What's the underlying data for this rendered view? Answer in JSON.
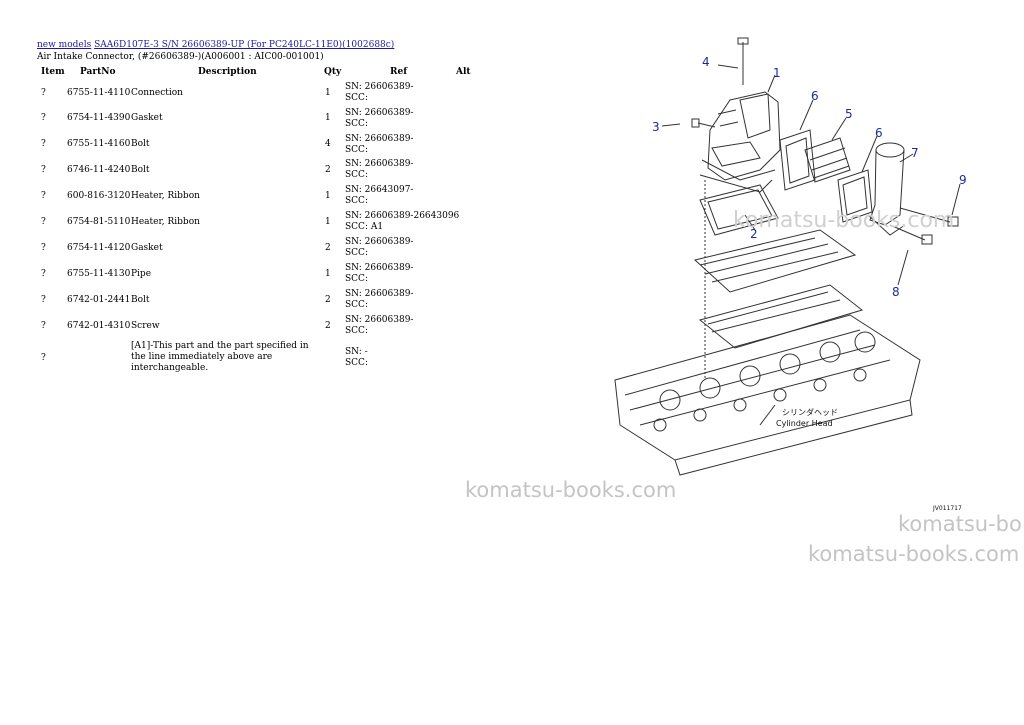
{
  "breadcrumb": {
    "link1": "new models",
    "link2": "SAA6D107E-3 S/N 26606389-UP (For PC240LC-11E0)(1002688c)"
  },
  "subtitle": "Air Intake Connector, (#26606389-)(A006001 : AIC00-001001)",
  "columns": {
    "item": "Item",
    "partno": "PartNo",
    "description": "Description",
    "qty": "Qty",
    "ref": "Ref",
    "alt": "Alt"
  },
  "rows": [
    {
      "item": "?",
      "partno": "6755-11-4110",
      "description": "Connection",
      "qty": "1",
      "ref1": "SN: 26606389-",
      "ref2": "SCC:"
    },
    {
      "item": "?",
      "partno": "6754-11-4390",
      "description": "Gasket",
      "qty": "1",
      "ref1": "SN: 26606389-",
      "ref2": "SCC:"
    },
    {
      "item": "?",
      "partno": "6755-11-4160",
      "description": "Bolt",
      "qty": "4",
      "ref1": "SN: 26606389-",
      "ref2": "SCC:"
    },
    {
      "item": "?",
      "partno": "6746-11-4240",
      "description": "Bolt",
      "qty": "2",
      "ref1": "SN: 26606389-",
      "ref2": "SCC:"
    },
    {
      "item": "?",
      "partno": "600-816-3120",
      "description": "Heater, Ribbon",
      "qty": "1",
      "ref1": "SN: 26643097-",
      "ref2": "SCC:"
    },
    {
      "item": "?",
      "partno": "6754-81-5110",
      "description": "Heater, Ribbon",
      "qty": "1",
      "ref1": "SN: 26606389-26643096",
      "ref2": "SCC: A1"
    },
    {
      "item": "?",
      "partno": "6754-11-4120",
      "description": "Gasket",
      "qty": "2",
      "ref1": "SN: 26606389-",
      "ref2": "SCC:"
    },
    {
      "item": "?",
      "partno": "6755-11-4130",
      "description": "Pipe",
      "qty": "1",
      "ref1": "SN: 26606389-",
      "ref2": "SCC:"
    },
    {
      "item": "?",
      "partno": "6742-01-2441",
      "description": "Bolt",
      "qty": "2",
      "ref1": "SN: 26606389-",
      "ref2": "SCC:"
    },
    {
      "item": "?",
      "partno": "6742-01-4310",
      "description": "Screw",
      "qty": "2",
      "ref1": "SN: 26606389-",
      "ref2": "SCC:"
    }
  ],
  "note_row": {
    "item": "?",
    "description": "[A1]-This part and the part specified in the line immediately above are interchangeable.",
    "ref1": "SN: -",
    "ref2": "SCC:"
  },
  "diagram": {
    "callouts": [
      "1",
      "2",
      "3",
      "4",
      "5",
      "6",
      "6",
      "7",
      "8",
      "9"
    ],
    "label_jp": "シリンダヘッド",
    "label_en": "Cylinder Head",
    "code": "JV011717"
  },
  "watermarks": [
    "komatsu-books.com",
    "komatsu-books.com",
    "komatsu-bo",
    "komatsu-books.com"
  ]
}
